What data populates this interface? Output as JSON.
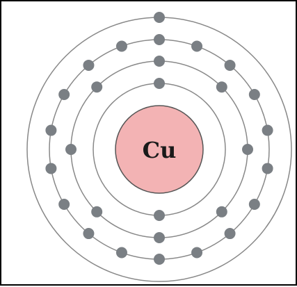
{
  "diagram": {
    "element_symbol": "Cu",
    "shells": [
      {
        "electrons": 2
      },
      {
        "electrons": 8
      },
      {
        "electrons": 18
      },
      {
        "electrons": 1
      }
    ],
    "colors": {
      "nucleus_fill": "#f3b3b4",
      "nucleus_stroke": "#555555",
      "shell_stroke": "#888888",
      "electron": "#7a7f84",
      "label": "#1a1a1a",
      "frame": "#000000"
    }
  }
}
